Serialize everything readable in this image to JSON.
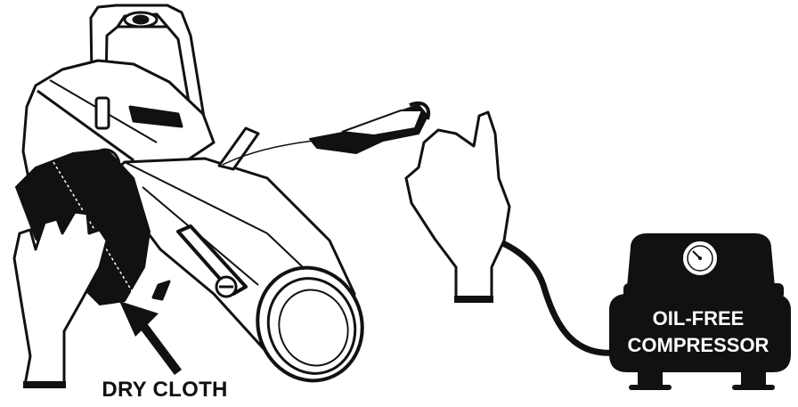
{
  "labels": {
    "dry_cloth": "DRY CLOTH",
    "compressor_line_1": "OIL-FREE",
    "compressor_line_2": "COMPRESSOR"
  },
  "colors": {
    "ink": "#111111",
    "background": "#ffffff",
    "compressor_text": "#ffffff"
  },
  "icons": [
    "spotlight-fixture-icon",
    "air-nozzle-icon",
    "hand-icon",
    "cloth-icon",
    "pressure-gauge-icon",
    "arrow-icon"
  ]
}
